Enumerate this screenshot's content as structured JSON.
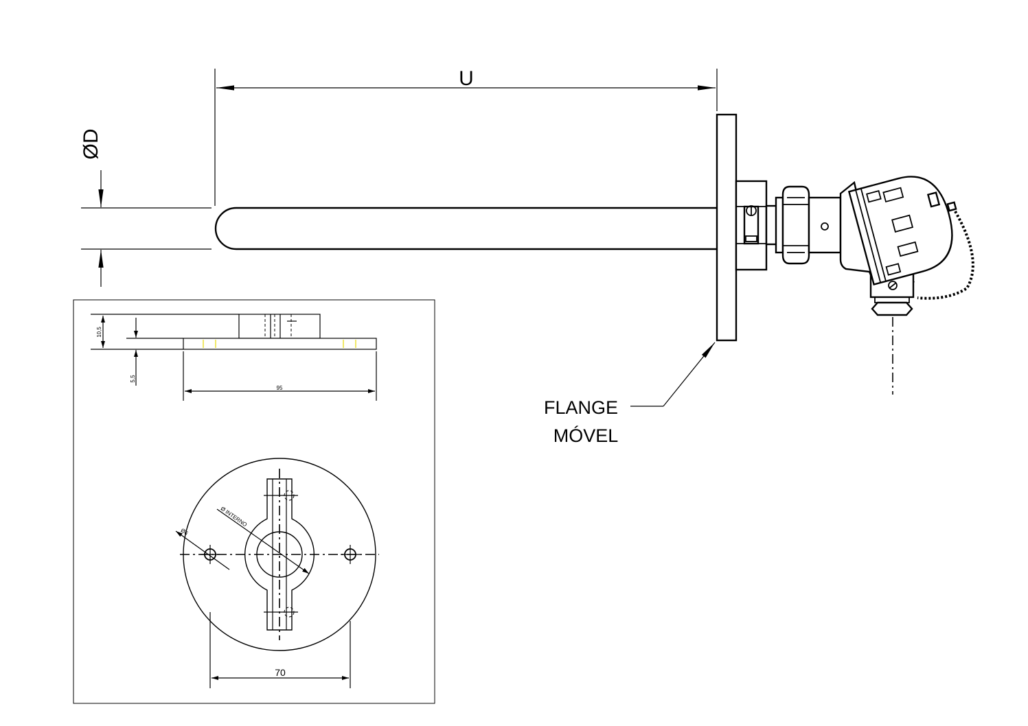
{
  "main_view": {
    "dim_length_label": "U",
    "dim_diameter_label": "ØD",
    "callout_line1": "FLANGE",
    "callout_line2": "MÓVEL"
  },
  "flange_detail": {
    "height_dim": "10,5",
    "thickness_dim": "5,5",
    "outer_diameter_dim": "95",
    "hole_spacing_dim": "70",
    "bore_label": "Ø INTERNO",
    "hole_label": "Ø6"
  }
}
